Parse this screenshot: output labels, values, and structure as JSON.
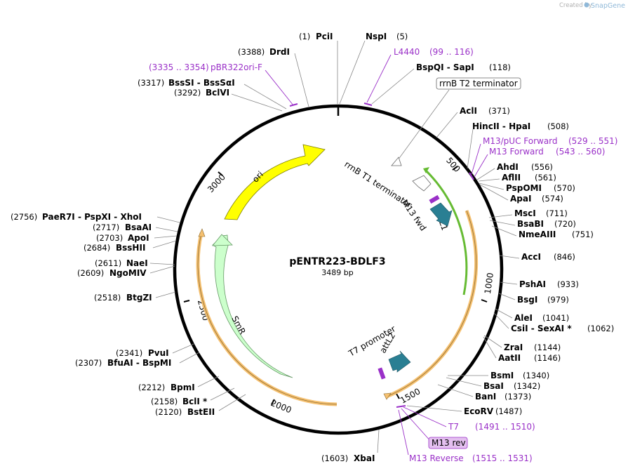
{
  "header": {
    "created_by": "Created by",
    "brand": "SnapGene"
  },
  "map": {
    "name": "pENTR223-BDLF3",
    "length": "3489 bp",
    "ticks": [
      "500",
      "1000",
      "1500",
      "2000",
      "2500",
      "3000"
    ]
  },
  "sites": [
    {
      "pos": "(1)",
      "name": "PciI"
    },
    {
      "pos": "(5)",
      "name": "NspI"
    },
    {
      "pos": "(3388)",
      "name": "DrdI"
    },
    {
      "pos": "(118)",
      "name": "BspQI  -  SapI"
    },
    {
      "pos": "(3317)",
      "name": "BssSI  -  BssSαI"
    },
    {
      "pos": "(3292)",
      "name": "BclVI"
    },
    {
      "pos": "(371)",
      "name": "AclI"
    },
    {
      "pos": "(508)",
      "name": "HincII  -  HpaI"
    },
    {
      "pos": "(556)",
      "name": "AhdI"
    },
    {
      "pos": "(561)",
      "name": "AflII"
    },
    {
      "pos": "(570)",
      "name": "PspOMI"
    },
    {
      "pos": "(574)",
      "name": "ApaI"
    },
    {
      "pos": "(711)",
      "name": "MscI"
    },
    {
      "pos": "(720)",
      "name": "BsaBI"
    },
    {
      "pos": "(751)",
      "name": "NmeAIII"
    },
    {
      "pos": "(846)",
      "name": "AccI"
    },
    {
      "pos": "(933)",
      "name": "PshAI"
    },
    {
      "pos": "(979)",
      "name": "BsgI"
    },
    {
      "pos": "(1041)",
      "name": "AleI"
    },
    {
      "pos": "(1062)",
      "name": "CsiI  -  SexAI *"
    },
    {
      "pos": "(1144)",
      "name": "ZraI"
    },
    {
      "pos": "(1146)",
      "name": "AatII"
    },
    {
      "pos": "(1340)",
      "name": "BsmI"
    },
    {
      "pos": "(1342)",
      "name": "BsaI"
    },
    {
      "pos": "(1373)",
      "name": "BanI"
    },
    {
      "pos": "(1487)",
      "name": "EcoRV"
    },
    {
      "pos": "(1603)",
      "name": "XbaI"
    },
    {
      "pos": "(2756)",
      "name": "PaeR7I  -  PspXI  -  XhoI"
    },
    {
      "pos": "(2717)",
      "name": "BsaAI"
    },
    {
      "pos": "(2703)",
      "name": "ApoI"
    },
    {
      "pos": "(2684)",
      "name": "BssHII"
    },
    {
      "pos": "(2611)",
      "name": "NaeI"
    },
    {
      "pos": "(2609)",
      "name": "NgoMIV"
    },
    {
      "pos": "(2518)",
      "name": "BtgZI"
    },
    {
      "pos": "(2341)",
      "name": "PvuI"
    },
    {
      "pos": "(2307)",
      "name": "BfuAI  -  BspMI"
    },
    {
      "pos": "(2212)",
      "name": "BpmI"
    },
    {
      "pos": "(2158)",
      "name": "BclI *"
    },
    {
      "pos": "(2120)",
      "name": "BstEII"
    }
  ],
  "primers": [
    {
      "name": "L4440",
      "range": "(99 .. 116)"
    },
    {
      "name": "pBR322ori-F",
      "range": "(3335 .. 3354)"
    },
    {
      "name": "M13/pUC Forward",
      "range": "(529 .. 551)"
    },
    {
      "name": "M13 Forward",
      "range": "(543 .. 560)"
    },
    {
      "name": "T7",
      "range": "(1491 .. 1510)"
    },
    {
      "name": "M13 rev",
      "range": ""
    },
    {
      "name": "M13 Reverse",
      "range": "(1515 .. 1531)"
    }
  ],
  "features": {
    "rrnb_t2": "rrnB T2 terminator",
    "rrnb_t1": "rrnB T1 terminator",
    "m13_fwd": "M13 fwd",
    "attl1": "attL1",
    "t7_promoter": "T7 promoter",
    "attl2": "attL2",
    "ori": "ori",
    "smr": "SmR"
  },
  "colors": {
    "ori": "#ffff00",
    "smr": "#ccffcc",
    "orf": "#f5c070",
    "att": "#2a7f93",
    "primer": "#9a30c8",
    "green_feature": "#66bb33"
  }
}
